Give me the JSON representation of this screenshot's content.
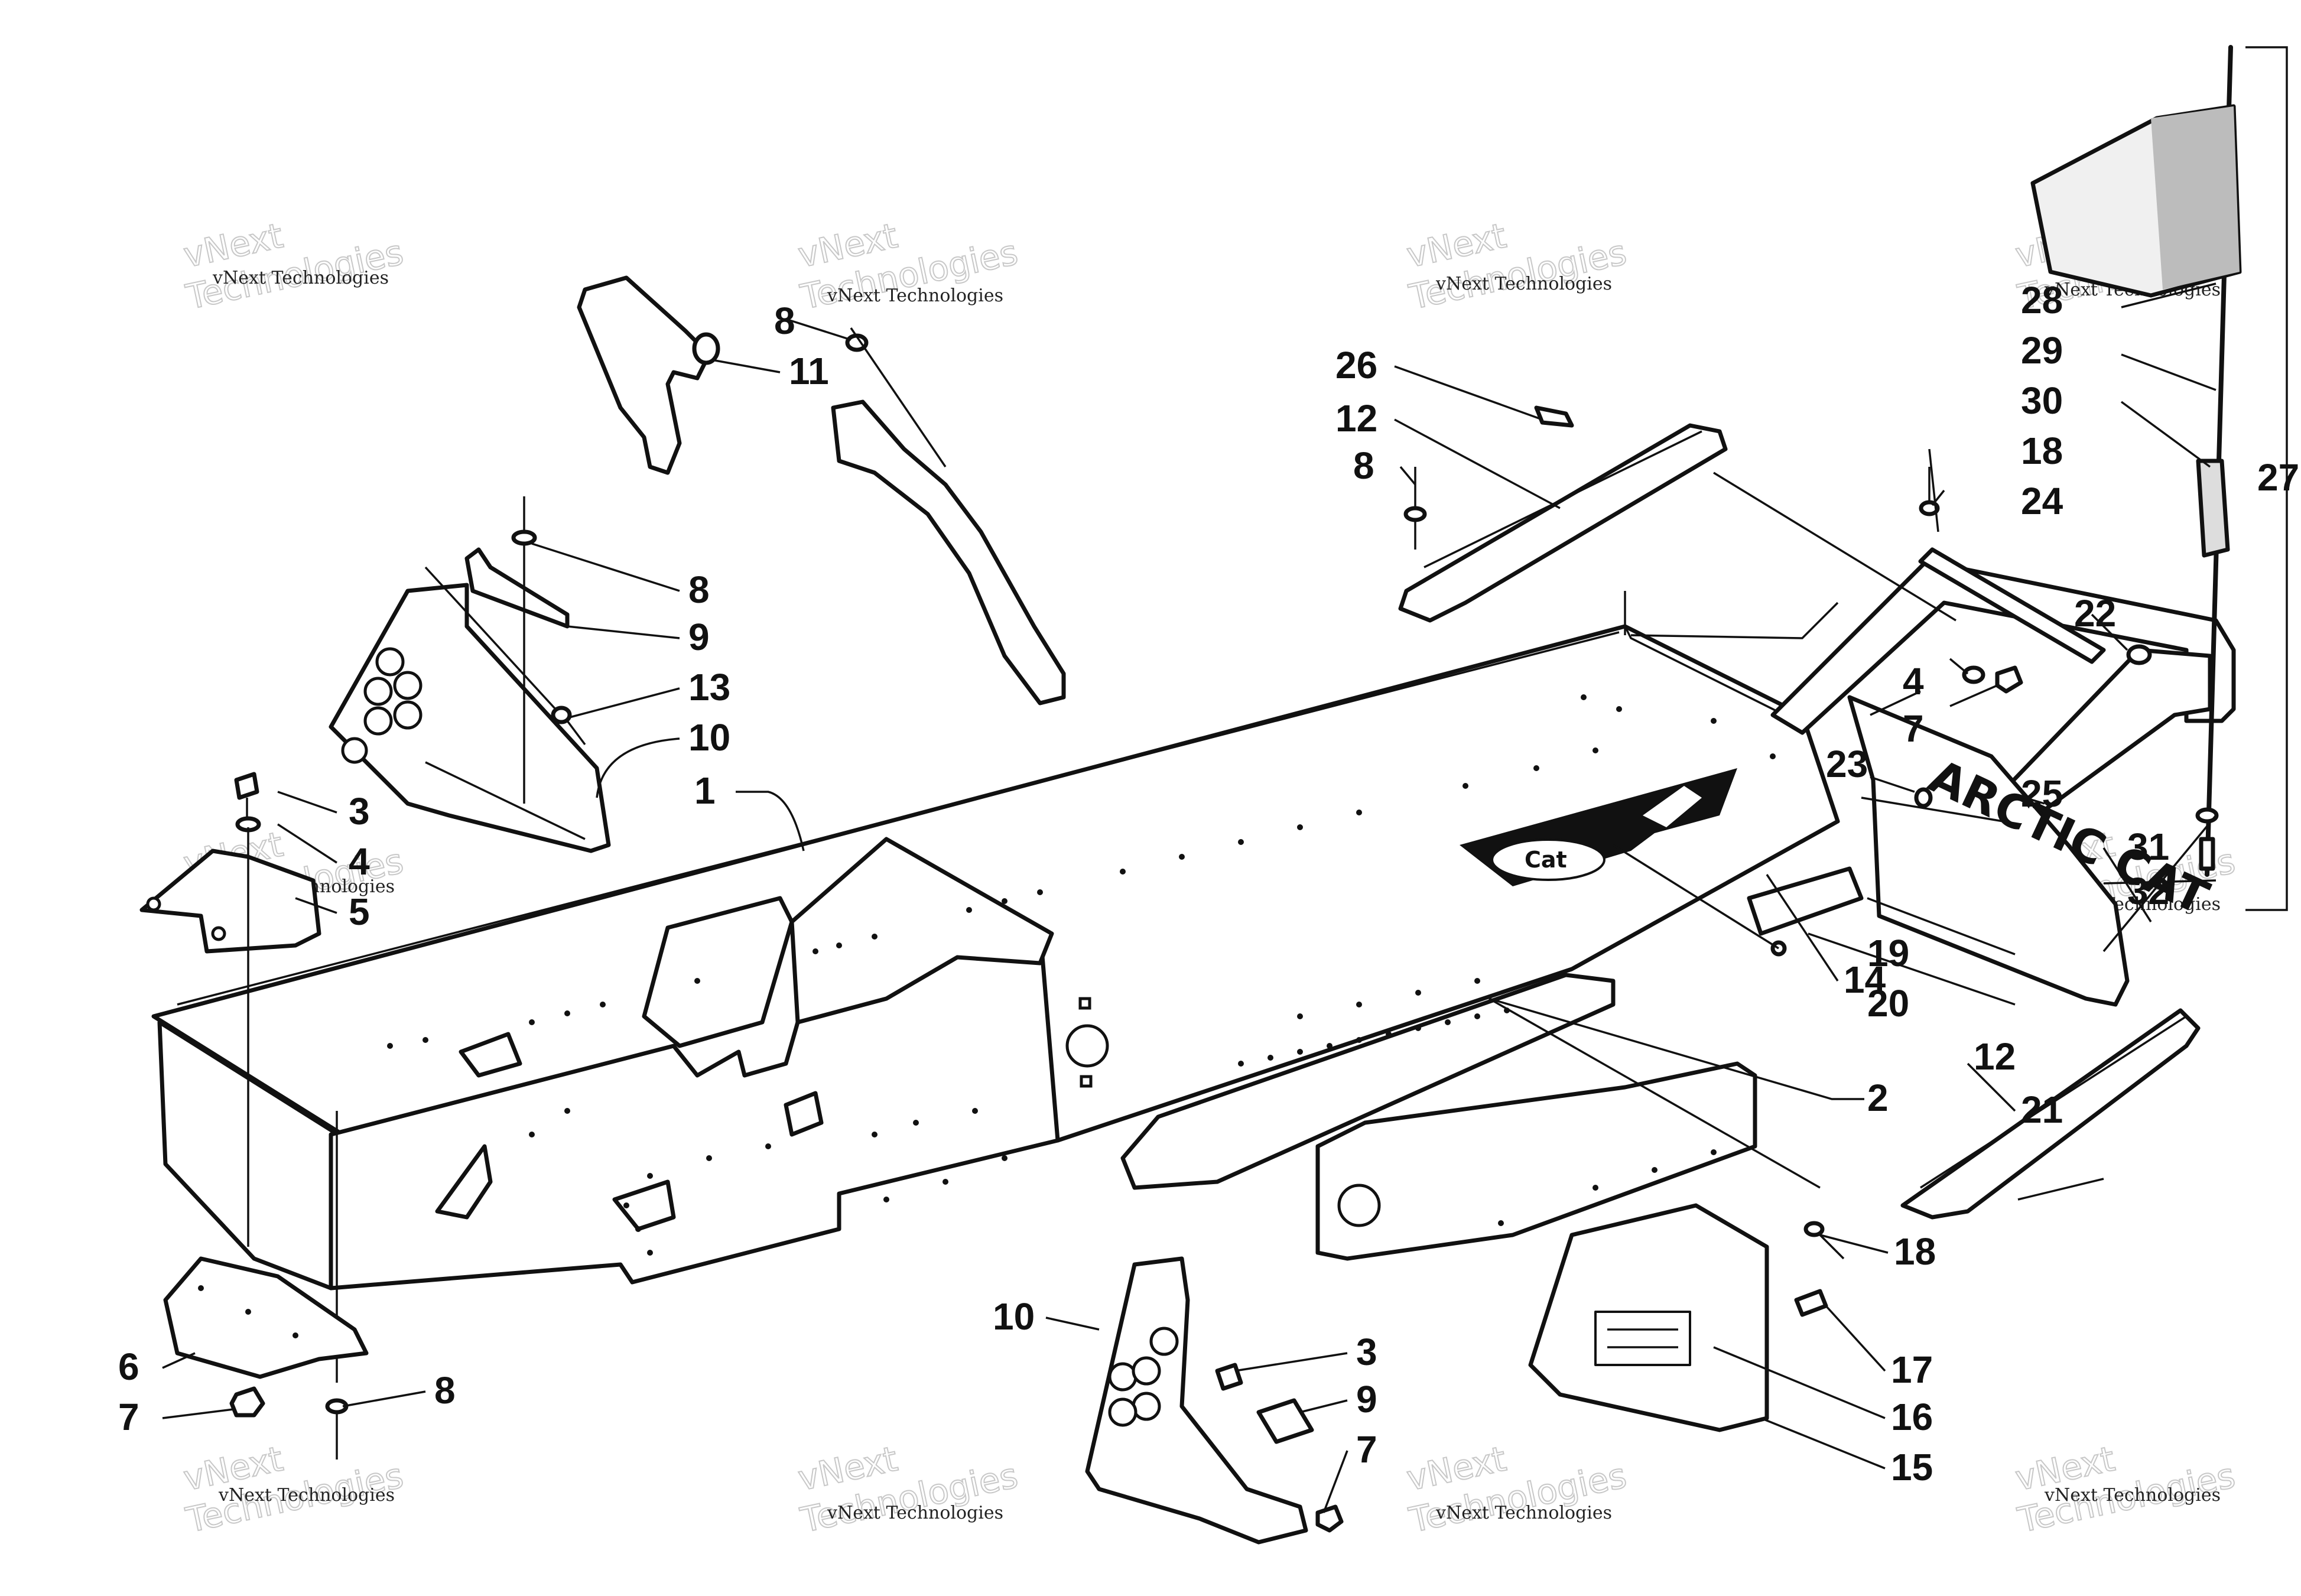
{
  "watermark": {
    "line1": "vNext Technologies",
    "line2": "vNext",
    "line3": "Technologies"
  },
  "callouts": {
    "c1": "1",
    "c2": "2",
    "c3a": "3",
    "c3b": "3",
    "c4a": "4",
    "c4b": "4",
    "c5": "5",
    "c6": "6",
    "c7a": "7",
    "c7b": "7",
    "c7c": "7",
    "c8a": "8",
    "c8b": "8",
    "c8c": "8",
    "c8d": "8",
    "c9a": "9",
    "c9b": "9",
    "c10a": "10",
    "c10b": "10",
    "c11": "11",
    "c12a": "12",
    "c12b": "12",
    "c13": "13",
    "c14": "14",
    "c15": "15",
    "c16": "16",
    "c17": "17",
    "c18a": "18",
    "c18b": "18",
    "c19": "19",
    "c20": "20",
    "c21": "21",
    "c22": "22",
    "c23": "23",
    "c24": "24",
    "c25": "25",
    "c26": "26",
    "c27": "27",
    "c28": "28",
    "c29": "29",
    "c30": "30",
    "c31": "31",
    "c32": "32"
  },
  "snowflap": {
    "text": "ARCTIC CAT"
  },
  "decal": {
    "text": "Cat"
  }
}
